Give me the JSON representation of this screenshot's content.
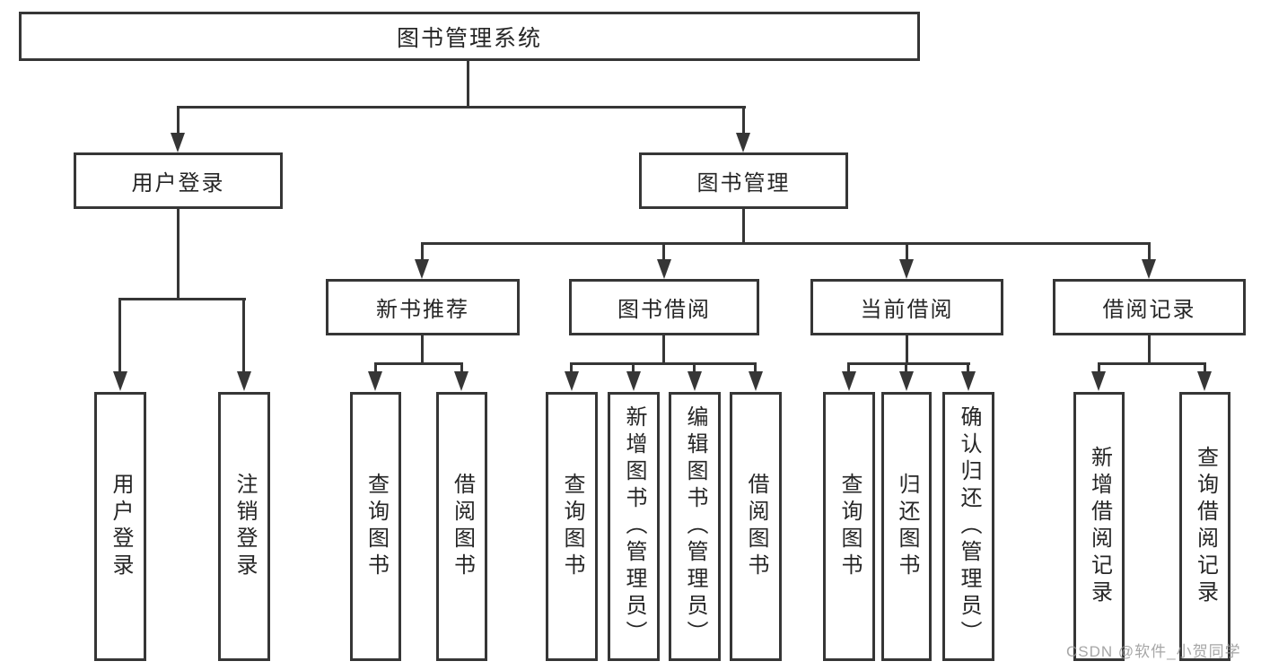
{
  "diagram": {
    "root": {
      "label": "图书管理系统"
    },
    "level1": [
      {
        "label": "用户登录"
      },
      {
        "label": "图书管理"
      }
    ],
    "level2": [
      {
        "label": "新书推荐"
      },
      {
        "label": "图书借阅"
      },
      {
        "label": "当前借阅"
      },
      {
        "label": "借阅记录"
      }
    ],
    "leaves": {
      "user_login": [
        {
          "label": "用户登录"
        },
        {
          "label": "注销登录"
        }
      ],
      "new_book_recommend": [
        {
          "label": "查询图书"
        },
        {
          "label": "借阅图书"
        }
      ],
      "book_borrow": [
        {
          "label": "查询图书"
        },
        {
          "label": "新增图书（管理员）"
        },
        {
          "label": "编辑图书（管理员）"
        },
        {
          "label": "借阅图书"
        }
      ],
      "current_borrow": [
        {
          "label": "查询图书"
        },
        {
          "label": "归还图书"
        },
        {
          "label": "确认归还（管理员）"
        }
      ],
      "borrow_record": [
        {
          "label": "新增借阅记录"
        },
        {
          "label": "查询借阅记录"
        }
      ]
    }
  },
  "watermark": {
    "text": "CSDN @软件_小贺同学"
  },
  "colors": {
    "line": "#363636",
    "text": "#262626",
    "background": "#ffffff",
    "watermark": "#969696"
  }
}
